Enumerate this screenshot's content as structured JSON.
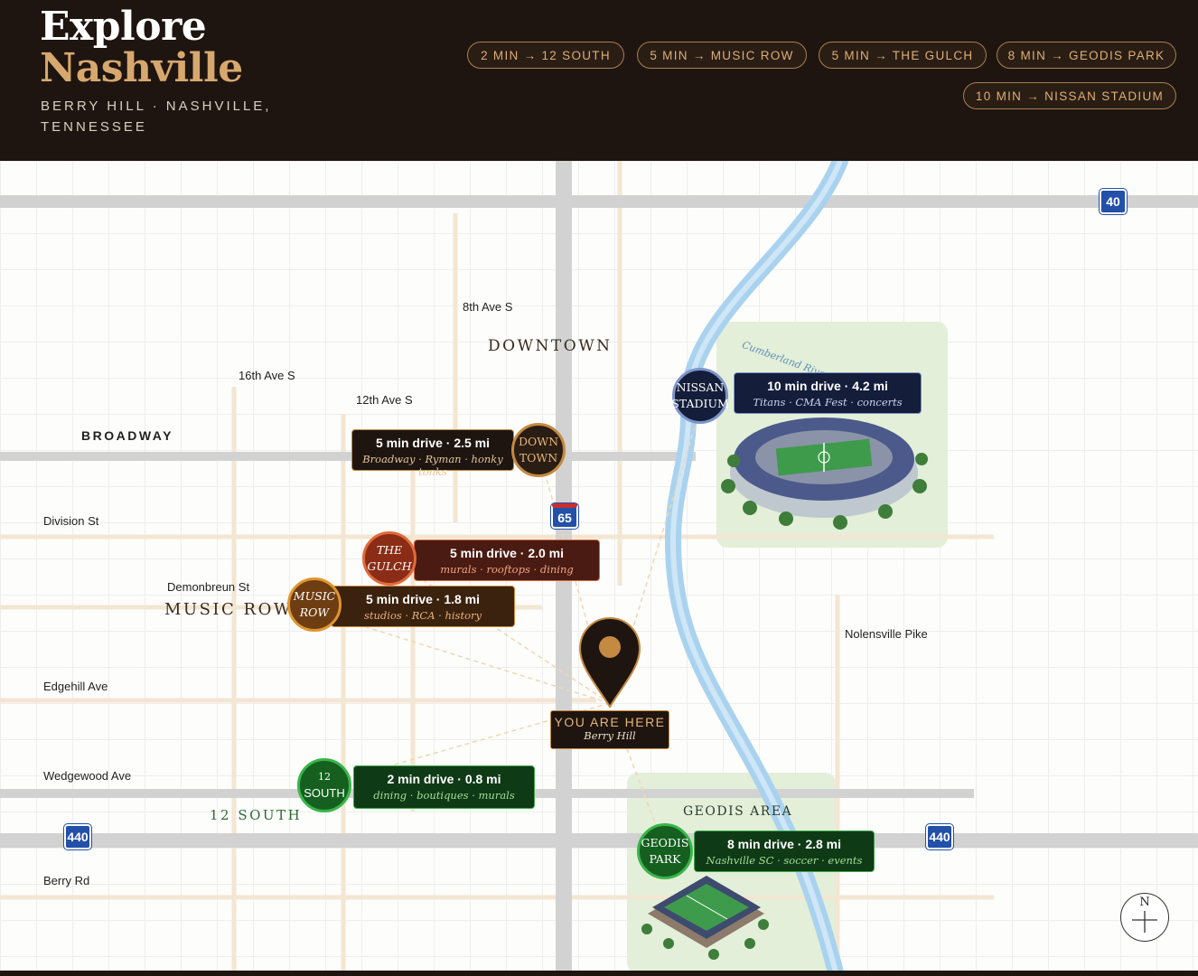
{
  "header": {
    "title_line1": "Explore",
    "title_line2": "Nashville",
    "subtitle": "BERRY HILL · NASHVILLE, TENNESSEE",
    "pills": [
      "2 MIN → 12 SOUTH",
      "5 MIN → MUSIC ROW",
      "5 MIN → THE GULCH",
      "8 MIN → GEODIS PARK",
      "10 MIN → NISSAN STADIUM"
    ]
  },
  "colors": {
    "header_bg": "#1e1510",
    "accent_gold": "#d7a86e",
    "river": "#a9d2ef",
    "park_green": "#e3efd9",
    "interstate_blue": "#2350a8"
  },
  "streets": {
    "eighth_ave": "8th Ave S",
    "sixteenth_ave": "16th Ave S",
    "twelfth_ave": "12th Ave S",
    "broadway": "BROADWAY",
    "division": "Division St",
    "demonbreun": "Demonbreun St",
    "nolensville": "Nolensville Pike",
    "edgehill": "Edgehill Ave",
    "wedgewood": "Wedgewood Ave",
    "berry_rd": "Berry Rd"
  },
  "districts": {
    "downtown": "DOWNTOWN",
    "music_row": "MUSIC ROW",
    "twelve_south": "12 SOUTH",
    "geodis_area": "GEODIS AREA"
  },
  "river_label": "Cumberland River",
  "shields": {
    "i40": "40",
    "i65": "65",
    "i440": "440"
  },
  "destinations": {
    "nissan": {
      "badge_line1": "NISSAN",
      "badge_line2": "STADIUM",
      "drive": "10 min drive · 4.2 mi",
      "tags": "Titans · CMA Fest · concerts"
    },
    "downtown": {
      "badge_line1": "DOWN",
      "badge_line2": "TOWN",
      "drive": "5 min drive · 2.5 mi",
      "tags": "Broadway · Ryman · honky tonks"
    },
    "gulch": {
      "badge_line1": "THE",
      "badge_line2": "GULCH",
      "drive": "5 min drive · 2.0 mi",
      "tags": "murals · rooftops · dining"
    },
    "music_row": {
      "badge_line1": "MUSIC",
      "badge_line2": "ROW",
      "drive": "5 min drive · 1.8 mi",
      "tags": "studios · RCA · history"
    },
    "twelve_south": {
      "badge_line1": "12",
      "badge_line2": "SOUTH",
      "drive": "2 min drive · 0.8 mi",
      "tags": "dining · boutiques · murals"
    },
    "geodis": {
      "badge_line1": "GEODIS",
      "badge_line2": "PARK",
      "drive": "8 min drive · 2.8 mi",
      "tags": "Nashville SC · soccer · events"
    }
  },
  "you_are_here": {
    "title": "YOU ARE HERE",
    "subtitle": "Berry Hill"
  },
  "compass": {
    "label": "N"
  }
}
